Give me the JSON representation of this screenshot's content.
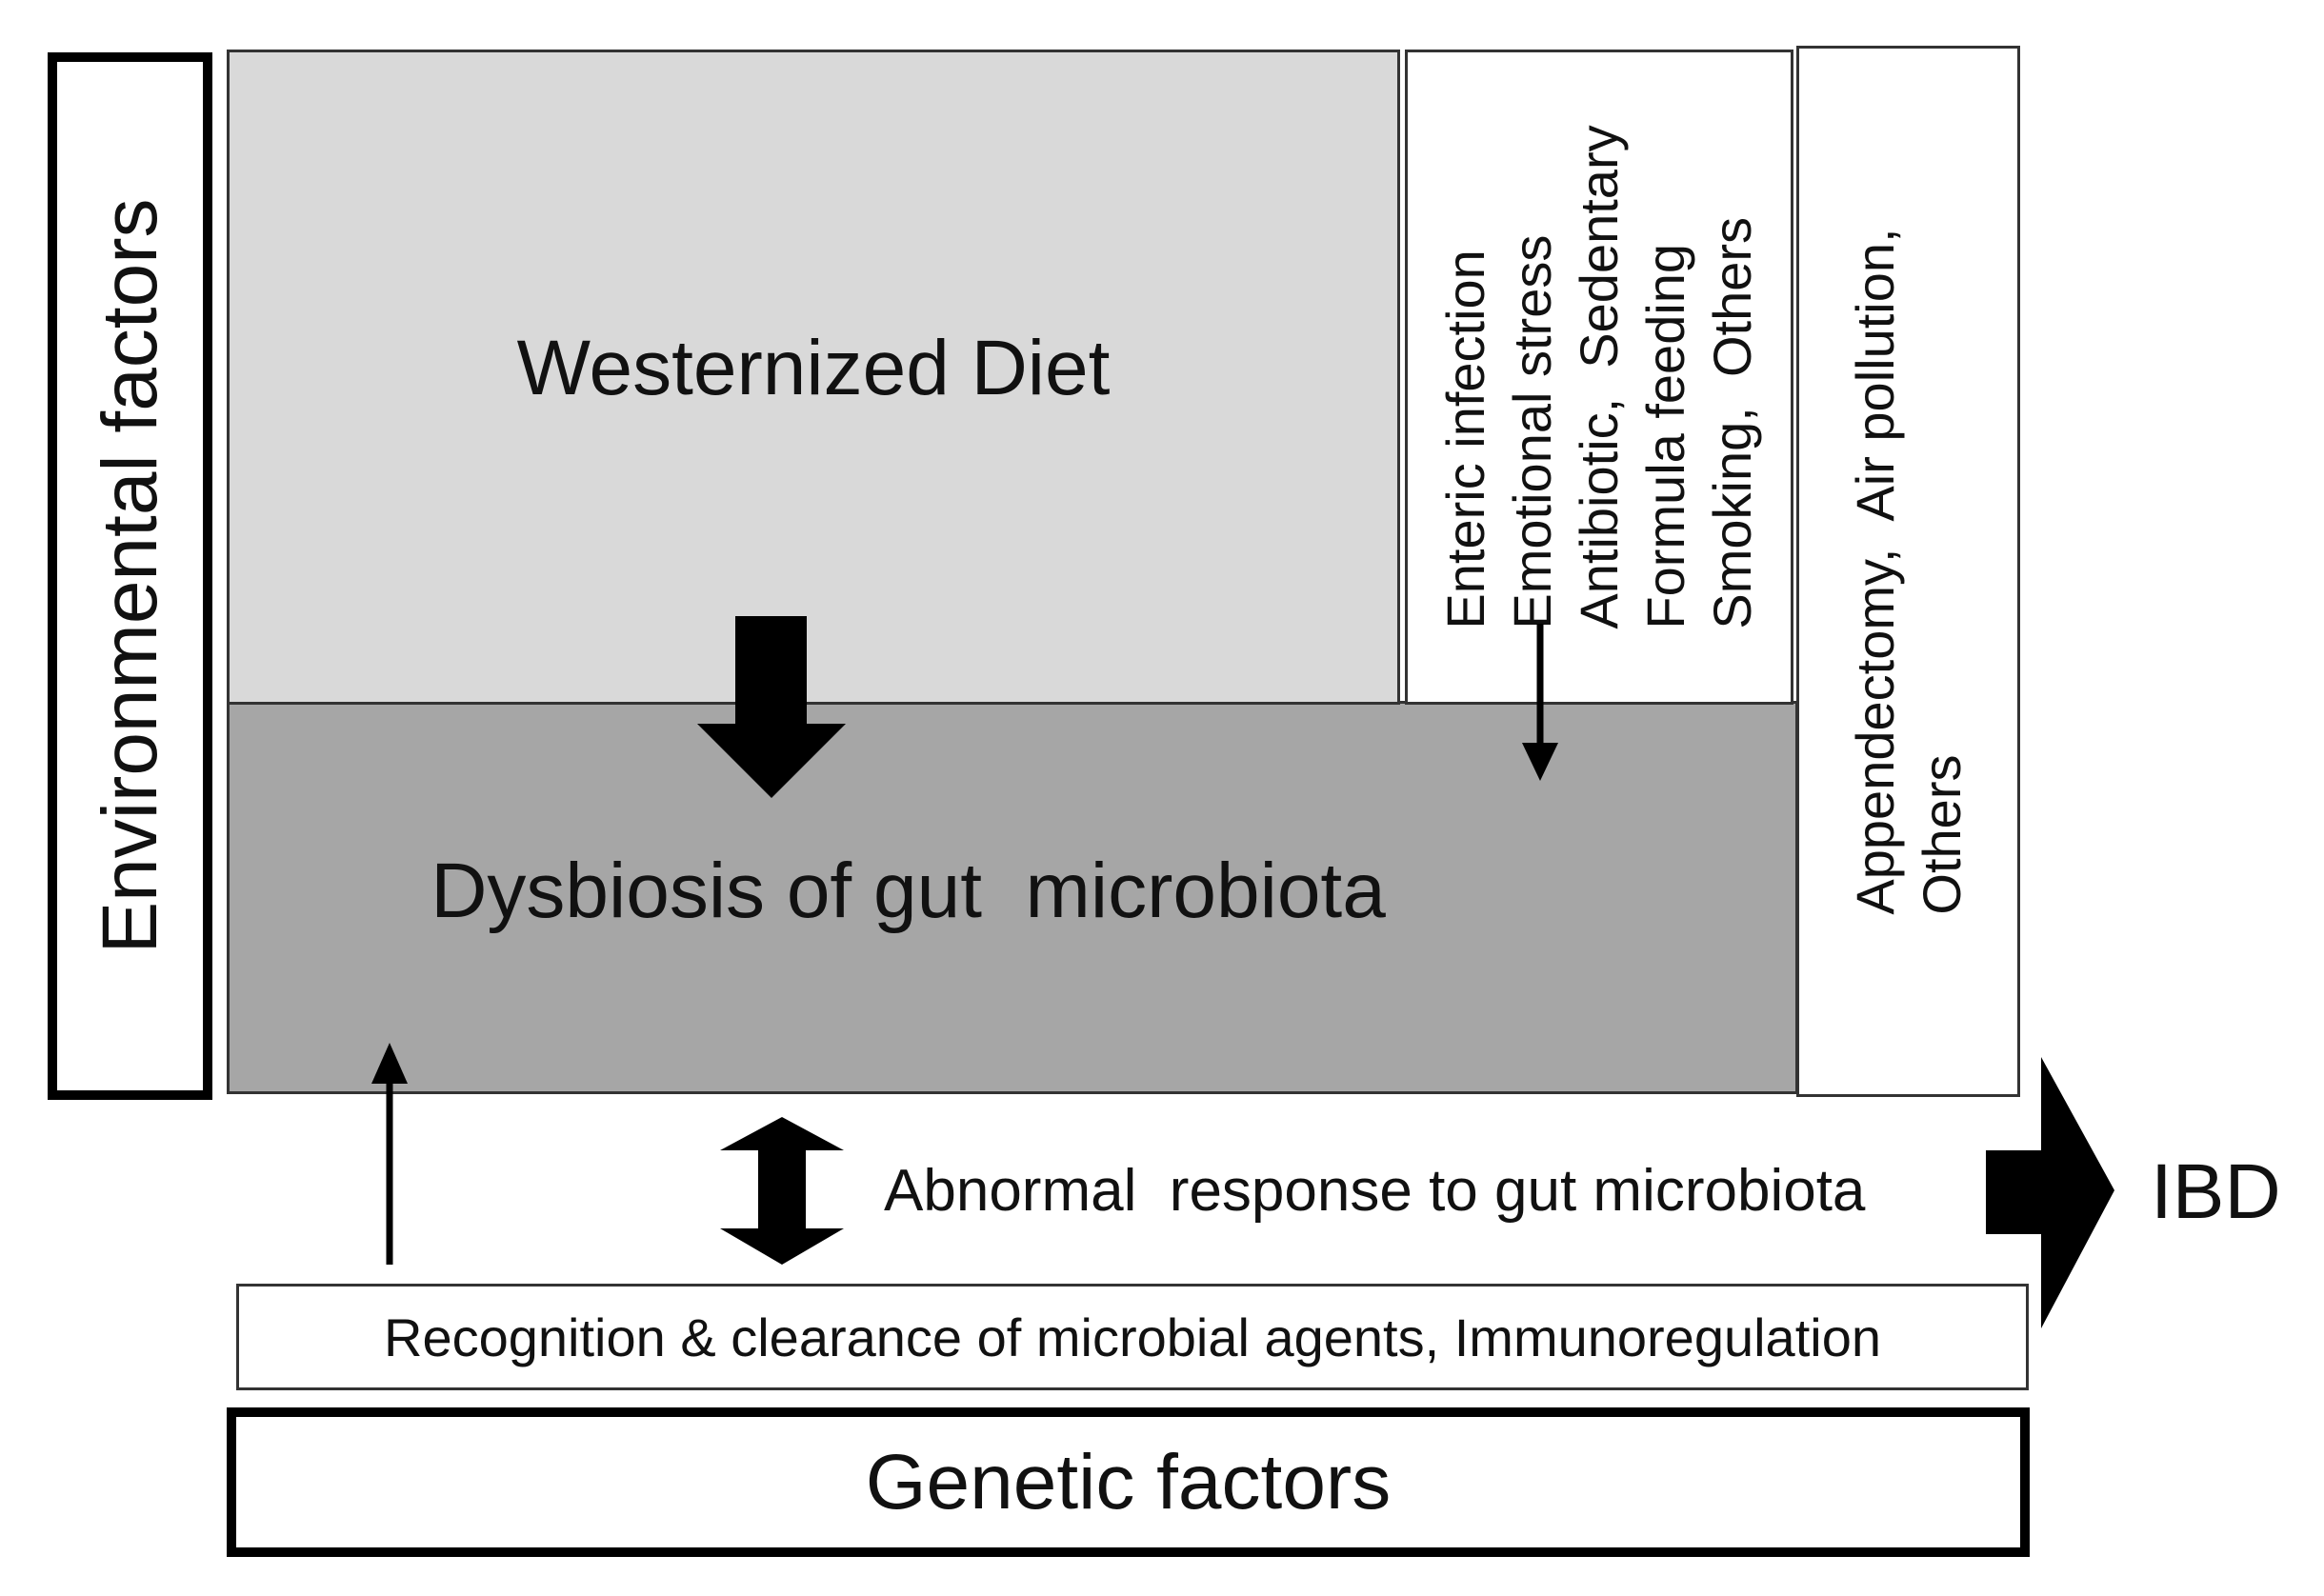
{
  "environmental": {
    "label": "Environmental factors"
  },
  "diet": {
    "label": "Westernized Diet"
  },
  "dysbiosis": {
    "label": "Dysbiosis of gut  microbiota"
  },
  "middle_factors": {
    "lines": [
      "Enteric infection",
      "Emotional stress",
      "Antibiotic,  Sedentary",
      "Formula feeding",
      "Smoking,  Others"
    ]
  },
  "right_factors": {
    "lines": [
      "Appendectomy,  Air pollution,",
      "Others"
    ]
  },
  "abnormal_response": {
    "label": "Abnormal  response to gut microbiota"
  },
  "ibd": {
    "label": "IBD"
  },
  "recognition": {
    "label": "Recognition & clearance of microbial agents, Immunoregulation"
  },
  "genetic": {
    "label": "Genetic factors"
  }
}
